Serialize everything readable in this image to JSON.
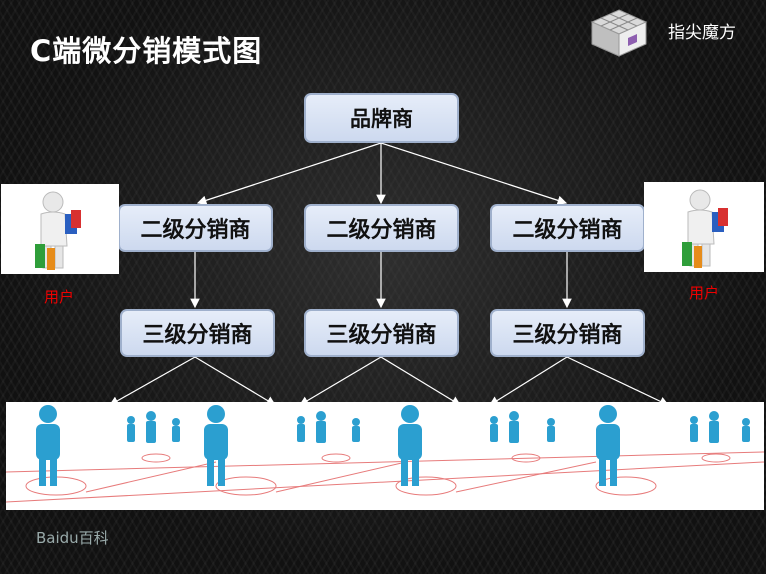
{
  "title": "C端微分销模式图",
  "brand": {
    "name": "指尖魔方"
  },
  "nodes": {
    "brand_owner": "品牌商",
    "level2": [
      "二级分销商",
      "二级分销商",
      "二级分销商"
    ],
    "level3": [
      "三级分销商",
      "三级分销商",
      "三级分销商"
    ]
  },
  "users": {
    "left_label": "用户",
    "right_label": "用户"
  },
  "watermark": "Baidu百科",
  "colors": {
    "box_fill": "#d6e1f3",
    "user_label": "#e00000",
    "crowd_figure": "#2b9fd0"
  }
}
